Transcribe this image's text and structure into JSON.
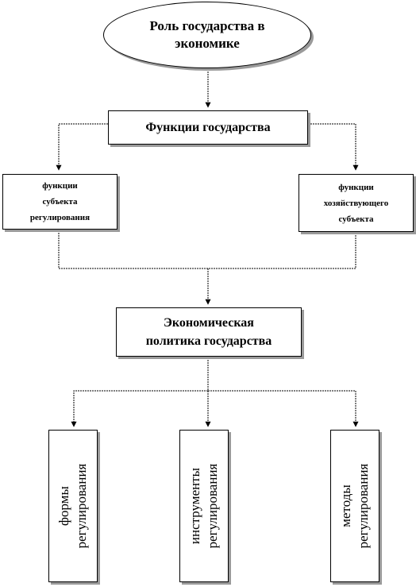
{
  "diagram": {
    "root": {
      "label_line1": "Роль государства в",
      "label_line2": "экономике"
    },
    "functions": {
      "label": "Функции государства"
    },
    "subject_regulation": {
      "line1": "функции",
      "line2": "субъекта",
      "line3": "регулирования"
    },
    "economic_subject": {
      "line1": "функции",
      "line2": "хозяйствующего",
      "line3": "субъекта"
    },
    "economic_policy": {
      "label_line1": "Экономическая",
      "label_line2": "политика государства"
    },
    "leaves": [
      {
        "line1": "формы",
        "line2": "регулирования"
      },
      {
        "line1": "инструменты",
        "line2": "регулирования"
      },
      {
        "line1": "методы",
        "line2": "регулирования"
      }
    ]
  }
}
